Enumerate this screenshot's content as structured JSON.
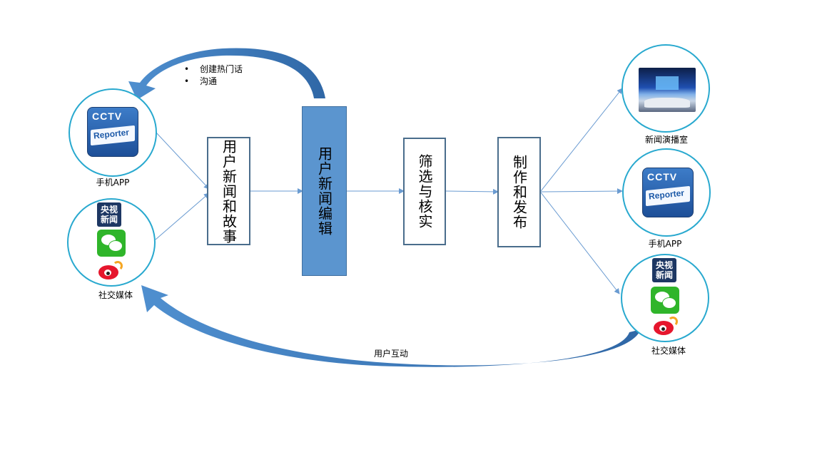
{
  "diagram": {
    "nodes": {
      "user_news": "用户新闻和故事",
      "user_edit": "用户新闻编辑",
      "filter": "筛选与核实",
      "publish": "制作和发布"
    },
    "left": {
      "mobile_app_label": "手机APP",
      "social_media_label": "社交媒体"
    },
    "right": {
      "studio_label": "新闻演播室",
      "mobile_app_label": "手机APP",
      "social_media_label": "社交媒体"
    },
    "top_arrow_bullets": [
      "创建热门话",
      "沟通"
    ],
    "bottom_arrow_label": "用户互动",
    "icons": {
      "reporter_cctv": "CCTV",
      "reporter_text": "Reporter",
      "cctv_news_line1": "央视",
      "cctv_news_line2": "新闻"
    },
    "colors": {
      "curve_arrow": "#3c78b4",
      "connector": "#6a9bd1",
      "circle_border": "#29a9cf",
      "filled_box": "#5b95cf"
    }
  }
}
